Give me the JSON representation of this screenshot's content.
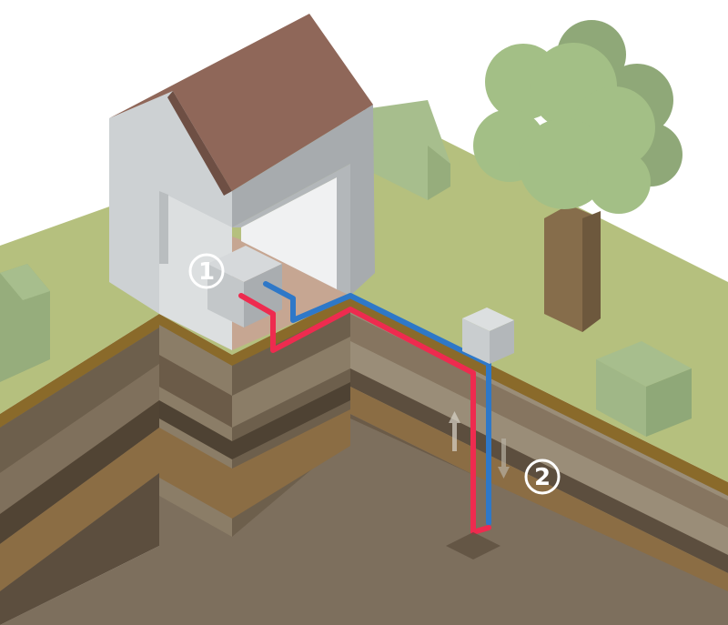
{
  "callouts": [
    {
      "id": "heat-pump-marker",
      "label": "1"
    },
    {
      "id": "borehole-marker",
      "label": "2"
    }
  ],
  "colors": {
    "sky": "#ffffff",
    "grass_top": "#b5c07e",
    "grass_edge": "#8a6a2a",
    "soil_dark": "#5c4e3e",
    "soil_mid": "#867560",
    "soil_light": "#9a8d78",
    "soil_ochre": "#8b6d44",
    "pit_floor": "#7d6f5d",
    "house_wall": "#cdd1d3",
    "house_wall_shadow": "#a7abae",
    "roof": "#8f6759",
    "roof_dark": "#6e4f44",
    "interior_floor": "#c6a692",
    "hedge_top": "#a7be8d",
    "hedge_side": "#96ad7c",
    "tree_leaves": "#a3bf86",
    "tree_leaves_dark": "#8fa878",
    "tree_trunk": "#866d4b",
    "tree_trunk_dark": "#6d583d",
    "pipe_hot": "#ee2b4f",
    "pipe_cold": "#2e78c8",
    "pump_box": "#c3c7c9",
    "callout_fill": "#ffffff"
  },
  "icons": [
    "heat-pump-box-icon",
    "manifold-box-icon",
    "arrow-up-icon",
    "arrow-down-icon",
    "tree-icon",
    "hedge-icon",
    "house-icon"
  ]
}
